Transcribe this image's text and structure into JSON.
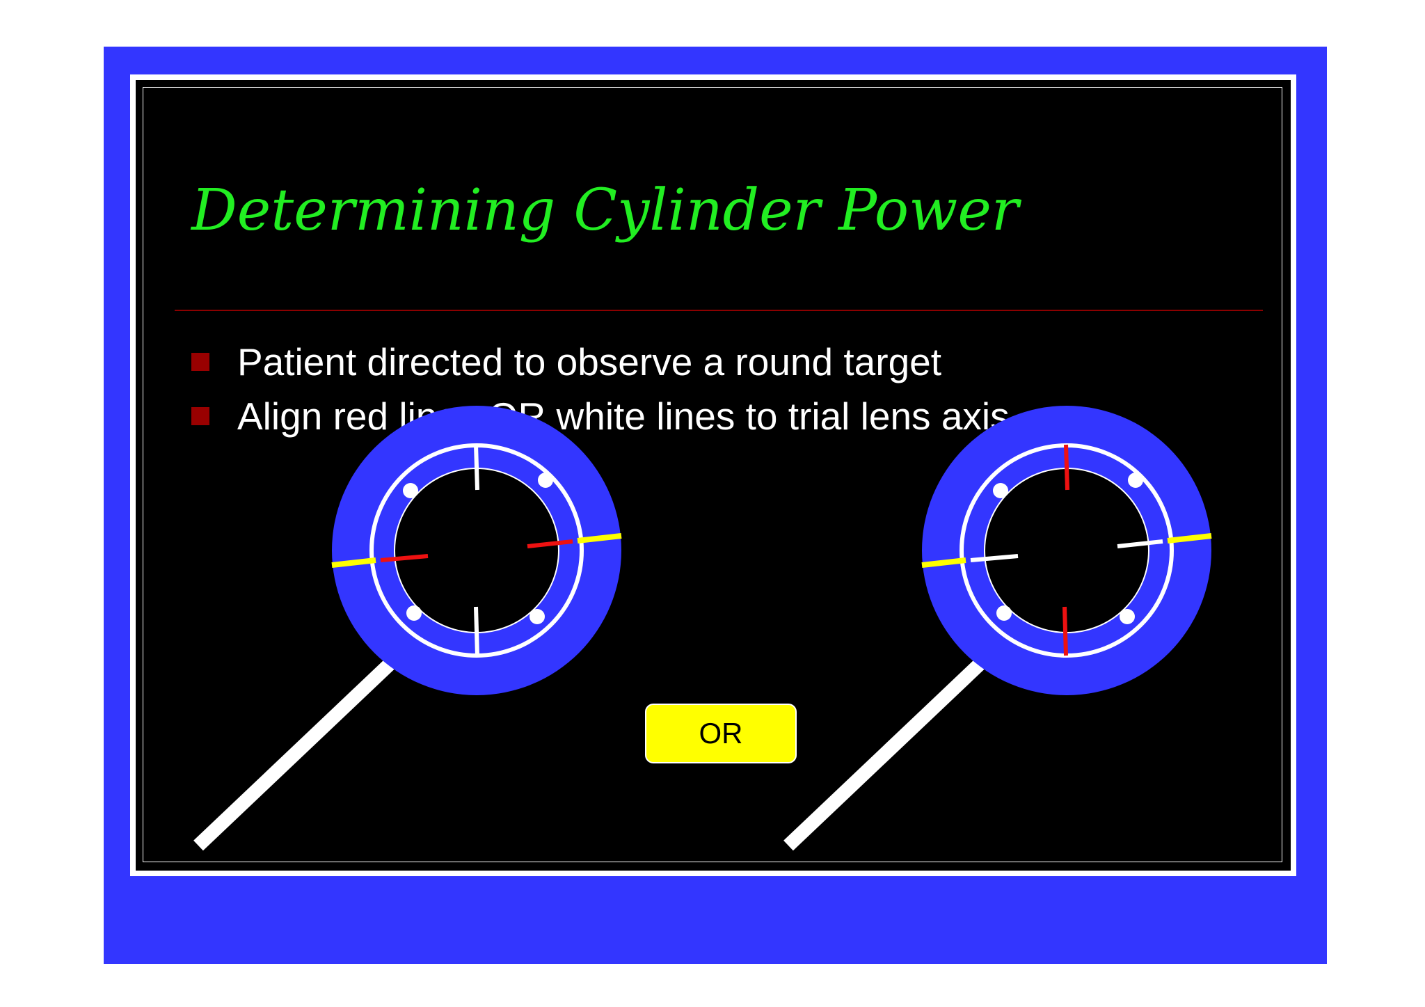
{
  "slide": {
    "title": "Determining Cylinder Power",
    "bullets": [
      "Patient directed to observe a round target",
      "Align red lines OR white lines to trial lens axis"
    ],
    "or_label": "OR"
  },
  "colors": {
    "frame": "#3336ff",
    "background": "#000000",
    "title": "#22ee22",
    "rule": "#8b0000",
    "bullet": "#990000",
    "badge": "#ffff00",
    "red_line": "#ee1111",
    "white_line": "#ffffff",
    "axis_line": "#ffff00"
  },
  "icons": [
    "trial-lens-icon",
    "trial-lens-icon"
  ]
}
